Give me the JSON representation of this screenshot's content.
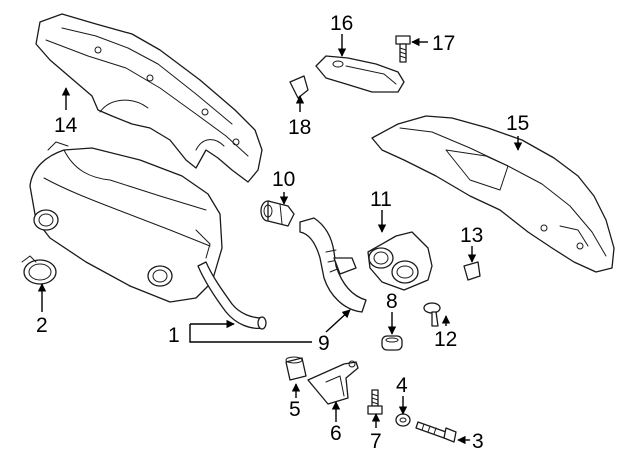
{
  "callouts": {
    "c1": "1",
    "c2": "2",
    "c3": "3",
    "c4": "4",
    "c5": "5",
    "c6": "6",
    "c7": "7",
    "c8": "8",
    "c9": "9",
    "c10": "10",
    "c11": "11",
    "c12": "12",
    "c13": "13",
    "c14": "14",
    "c15": "15",
    "c16": "16",
    "c17": "17",
    "c18": "18"
  },
  "colors": {
    "line": "#1a1a1a",
    "shade": "#bdbdbd",
    "background": "#ffffff"
  }
}
